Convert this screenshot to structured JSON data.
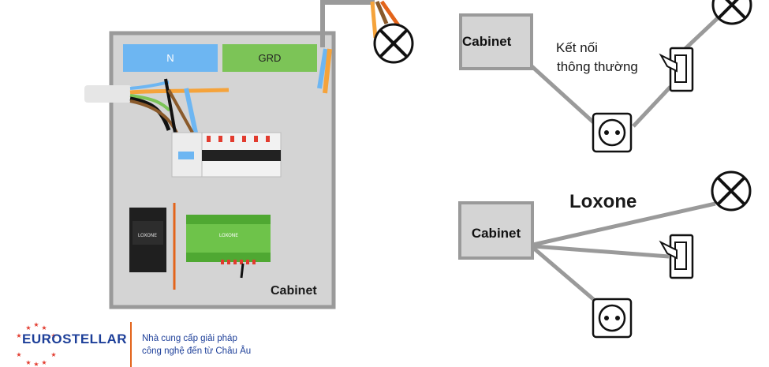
{
  "cabinet_panel": {
    "label": "Cabinet",
    "neutral_bar_label": "N",
    "ground_bar_label": "GRD",
    "neutral_color": "#6db6f2",
    "ground_color": "#7cc457",
    "frame_color": "#9a9a9a",
    "fill_color": "#d4d4d4",
    "module_label": "LOXONE"
  },
  "conventional_wiring": {
    "cabinet_label": "Cabinet",
    "caption_line1": "Kết nối",
    "caption_line2": "thông thường"
  },
  "loxone_wiring": {
    "title": "Loxone",
    "cabinet_label": "Cabinet"
  },
  "brand": {
    "name": "EUROSTELLAR",
    "tagline_line1": "Nhà cung cấp giải pháp",
    "tagline_line2": "công nghệ đến từ Châu Âu",
    "color": "#1d3f99",
    "star_color": "#e23b2e",
    "divider_color": "#e3641a"
  },
  "icons": [
    "lamp-icon",
    "light-switch-icon",
    "power-socket-icon",
    "cable-icon"
  ]
}
